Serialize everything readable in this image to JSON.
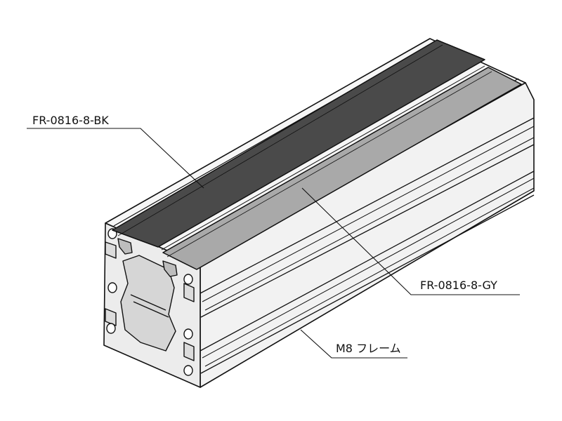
{
  "diagram": {
    "labels": {
      "black_cover": "FR-0816-8-BK",
      "gray_cover": "FR-0816-8-GY",
      "frame": "M8 フレーム"
    },
    "colors": {
      "black_cover": "#4a4a4a",
      "gray_cover": "#a9a9a9",
      "frame_face": "#f4f4f4",
      "frame_end": "#ececec",
      "frame_hole": "#d8d8d8",
      "line": "#111111"
    }
  }
}
